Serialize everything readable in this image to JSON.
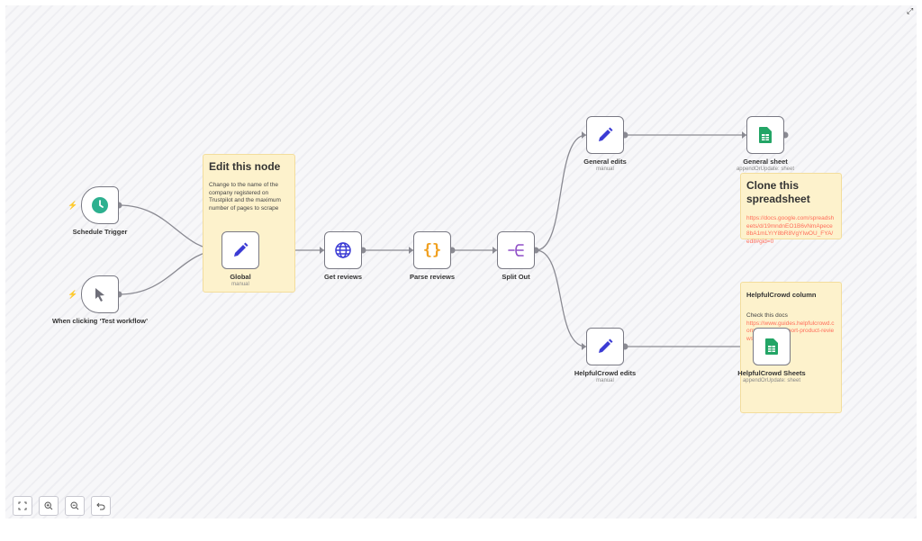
{
  "stickies": {
    "edit": {
      "title": "Edit this node",
      "body": "Change to the name of the company registered on Trustpilot and the maximum number of pages to scrape"
    },
    "clone": {
      "title": "Clone this spreadsheet",
      "link": "https://docs.google.com/spreadsheets/d/19mndnEO1B6vNmApece8bA1mLYrY8bR8VgYIwOU_FYA/edit#gid=0"
    },
    "helpful": {
      "title": "HelpfulCrowd column",
      "body": "Check this docs",
      "link": "https://www.guides.helpfulcrowd.com/en/article/import-product-reviews"
    }
  },
  "nodes": {
    "schedule": {
      "label": "Schedule Trigger"
    },
    "manual": {
      "label": "When clicking ‘Test workflow’"
    },
    "global": {
      "label": "Global",
      "sub": "manual"
    },
    "get_reviews": {
      "label": "Get reviews"
    },
    "parse": {
      "label": "Parse reviews"
    },
    "split": {
      "label": "Split Out"
    },
    "general_edits": {
      "label": "General edits",
      "sub": "manual"
    },
    "general_sheet": {
      "label": "General sheet",
      "sub": "appendOrUpdate: sheet"
    },
    "helpful_edits": {
      "label": "HelpfulCrowd edits",
      "sub": "manual"
    },
    "helpful_sheets": {
      "label": "HelpfulCrowd Sheets",
      "sub": "appendOrUpdate: sheet"
    }
  },
  "icons": {
    "schedule": "clock-icon",
    "manual": "cursor-icon",
    "edit": "pencil-icon",
    "http": "globe-icon",
    "code": "braces-icon",
    "split": "split-icon",
    "sheets": "google-sheets-icon"
  },
  "colors": {
    "accent": "#ff6d5a",
    "pencil": "#3b3bd4",
    "sheets": "#23a566",
    "schedule": "#2db08f",
    "code": "#f0a020",
    "split": "#8f4ec7",
    "sticky": "#fdf2cc"
  },
  "controls": [
    "fit-view",
    "zoom-in",
    "zoom-out",
    "reset-zoom"
  ]
}
